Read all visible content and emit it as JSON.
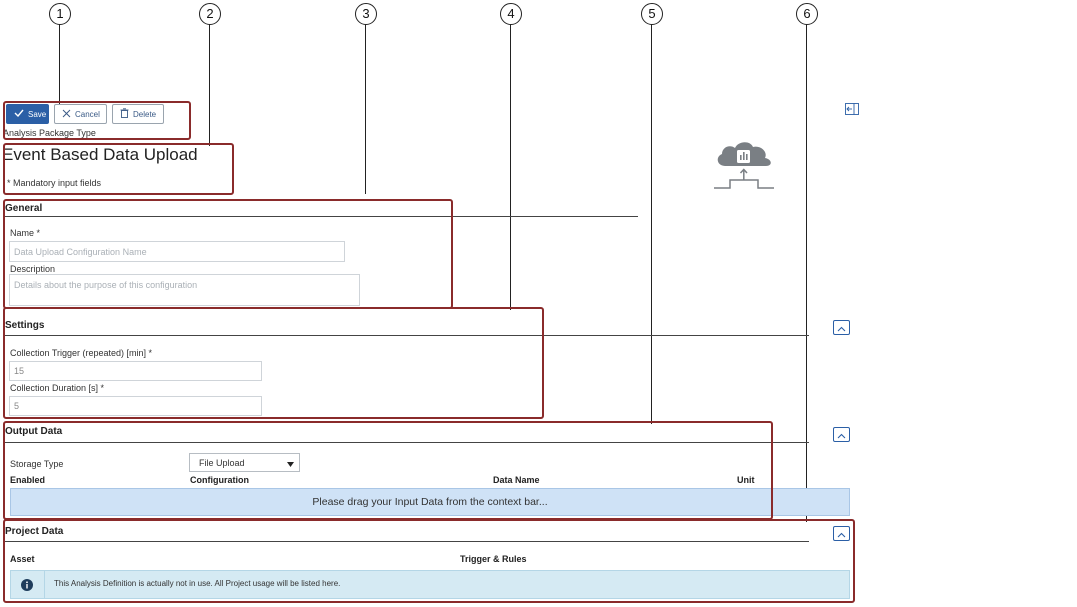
{
  "callouts": [
    "1",
    "2",
    "3",
    "4",
    "5",
    "6"
  ],
  "toolbar": {
    "save_label": "Save",
    "cancel_label": "Cancel",
    "delete_label": "Delete"
  },
  "header": {
    "package_type_label": "Analysis Package Type",
    "title": "Event Based Data Upload",
    "mandatory_note": "* Mandatory input fields"
  },
  "general": {
    "title": "General",
    "name_label": "Name *",
    "name_placeholder": "Data Upload Configuration Name",
    "description_label": "Description",
    "description_placeholder": "Details about the purpose of this configuration"
  },
  "settings": {
    "title": "Settings",
    "trigger_label": "Collection Trigger (repeated) [min] *",
    "trigger_value": "15",
    "duration_label": "Collection Duration [s] *",
    "duration_value": "5"
  },
  "output": {
    "title": "Output Data",
    "storage_label": "Storage Type",
    "storage_selected": "File Upload",
    "columns": [
      "Enabled",
      "Configuration",
      "Data Name",
      "Unit"
    ],
    "drop_hint": "Please drag your Input Data from the context bar..."
  },
  "project": {
    "title": "Project Data",
    "columns": [
      "Asset",
      "Trigger & Rules"
    ],
    "info_text": "This Analysis Definition is actually not in use. All Project usage will be listed here."
  },
  "icons": {
    "sidebar_toggle": "sidebar-collapse-icon",
    "hero": "cloud-upload-icon",
    "collapse": "chevron-up-icon",
    "info": "info-icon"
  },
  "colors": {
    "highlight": "#8a2b2b",
    "primary": "#2b5fa6",
    "drop_bg": "#cfe2f6",
    "info_bg": "#d5eaf3"
  }
}
